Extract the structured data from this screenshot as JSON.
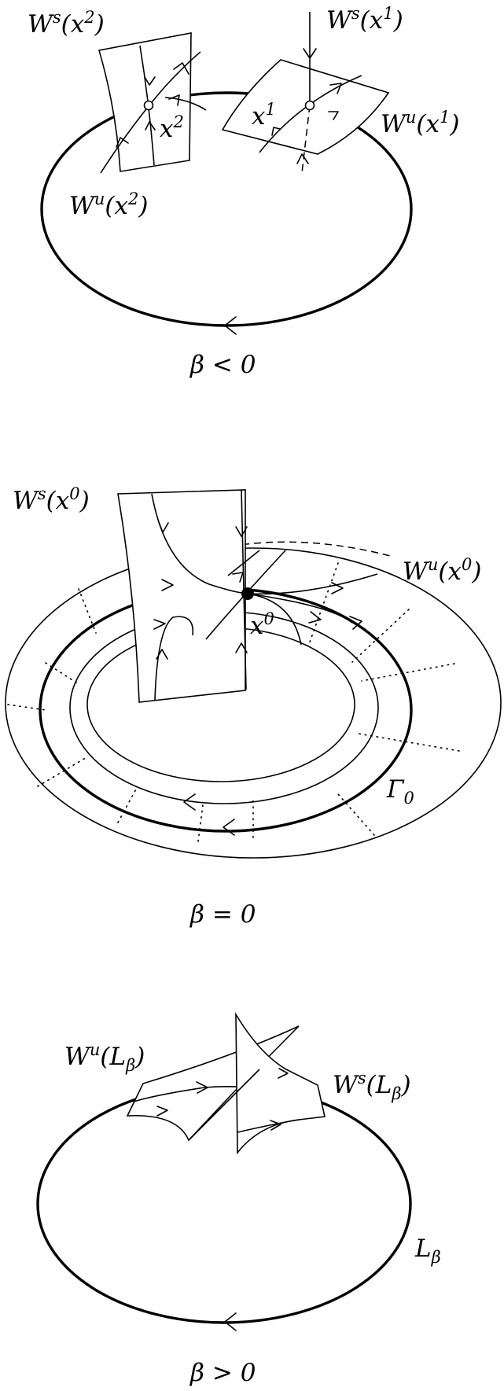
{
  "panels": [
    {
      "labels": {
        "ws_x2": "W",
        "ws_x2_sup": "s",
        "ws_x2_arg": "(x",
        "ws_x2_arg_sup": "2",
        "ws_x2_close": ")",
        "ws_x1": "W",
        "ws_x1_sup": "s",
        "ws_x1_arg": "(x",
        "ws_x1_arg_sup": "1",
        "ws_x1_close": ")",
        "wu_x1": "W",
        "wu_x1_sup": "u",
        "wu_x1_arg": "(x",
        "wu_x1_arg_sup": "1",
        "wu_x1_close": ")",
        "wu_x2": "W",
        "wu_x2_sup": "u",
        "wu_x2_arg": "(x",
        "wu_x2_arg_sup": "2",
        "wu_x2_close": ")",
        "x2": "x",
        "x2_sup": "2",
        "x1": "x",
        "x1_sup": "1"
      },
      "caption": {
        "lhs": "β",
        "rel": "< 0"
      }
    },
    {
      "labels": {
        "ws_x0": "W",
        "ws_x0_sup": "s",
        "ws_x0_arg": "(x",
        "ws_x0_arg_sup": "0",
        "ws_x0_close": ")",
        "wu_x0": "W",
        "wu_x0_sup": "u",
        "wu_x0_arg": "(x",
        "wu_x0_arg_sup": "0",
        "wu_x0_close": ")",
        "x0": "x",
        "x0_sup": "0",
        "gamma": "Γ",
        "gamma_sub": "0"
      },
      "caption": {
        "lhs": "β",
        "rel": "= 0"
      }
    },
    {
      "labels": {
        "wu_l": "W",
        "wu_l_sup": "u",
        "wu_l_arg": "(L",
        "wu_l_sub": "β",
        "wu_l_close": ")",
        "ws_l": "W",
        "ws_l_sup": "s",
        "ws_l_arg": "(L",
        "ws_l_sub": "β",
        "ws_l_close": ")",
        "l": "L",
        "l_sub": "β"
      },
      "caption": {
        "lhs": "β",
        "rel": "> 0"
      }
    }
  ]
}
